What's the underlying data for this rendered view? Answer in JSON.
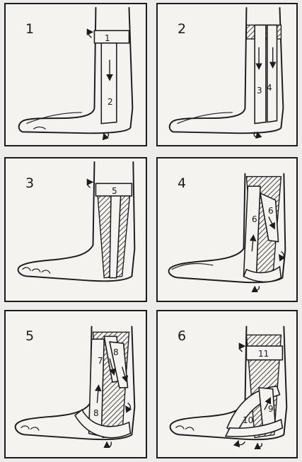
{
  "panels": [
    {
      "step": "1",
      "labels": [
        "1",
        "2"
      ]
    },
    {
      "step": "2",
      "labels": [
        "3",
        "4"
      ]
    },
    {
      "step": "3",
      "labels": [
        "5"
      ]
    },
    {
      "step": "4",
      "labels": [
        "6",
        "6"
      ]
    },
    {
      "step": "5",
      "labels": [
        "7",
        "8",
        "8"
      ]
    },
    {
      "step": "6",
      "labels": [
        "11",
        "10",
        "9"
      ]
    }
  ]
}
